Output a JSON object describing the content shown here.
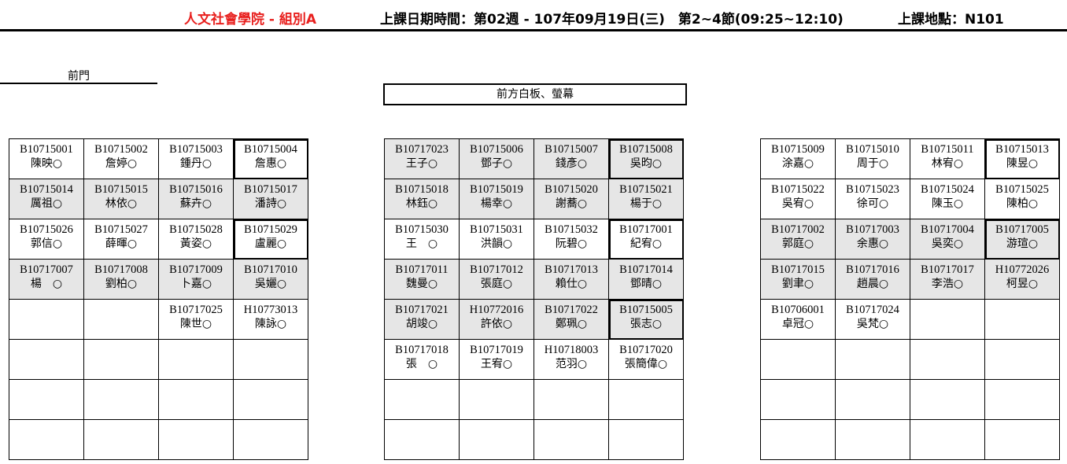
{
  "header": {
    "college": "人文社會學院 - 組別A",
    "datetime": "上課日期時間：第02週 - 107年09月19日(三)　第2~4節(09:25~12:10)",
    "place": "上課地點：N101"
  },
  "labels": {
    "front_door": "前門",
    "board": "前方白板、螢幕"
  },
  "colors": {
    "college_title": "#e8201e",
    "seat_fill": "#e6e6e6"
  },
  "left": [
    [
      {
        "id": "B10715001",
        "name": "陳映○"
      },
      {
        "id": "B10715002",
        "name": "詹婷○"
      },
      {
        "id": "B10715003",
        "name": "鍾丹○"
      },
      {
        "id": "B10715004",
        "name": "詹惠○"
      }
    ],
    [
      {
        "id": "B10715014",
        "name": "厲祖○"
      },
      {
        "id": "B10715015",
        "name": "林依○"
      },
      {
        "id": "B10715016",
        "name": "蘇卉○"
      },
      {
        "id": "B10715017",
        "name": "潘詩○"
      }
    ],
    [
      {
        "id": "B10715026",
        "name": "郭信○"
      },
      {
        "id": "B10715027",
        "name": "薛暉○"
      },
      {
        "id": "B10715028",
        "name": "黃姿○"
      },
      {
        "id": "B10715029",
        "name": "盧麗○"
      }
    ],
    [
      {
        "id": "B10717007",
        "name": "楊　○"
      },
      {
        "id": "B10717008",
        "name": "劉柏○"
      },
      {
        "id": "B10717009",
        "name": "卜嘉○"
      },
      {
        "id": "B10717010",
        "name": "吳孋○"
      }
    ],
    [
      {
        "id": "",
        "name": ""
      },
      {
        "id": "",
        "name": ""
      },
      {
        "id": "B10717025",
        "name": "陳世○"
      },
      {
        "id": "H10773013",
        "name": "陳詠○"
      }
    ],
    [
      {
        "id": "",
        "name": ""
      },
      {
        "id": "",
        "name": ""
      },
      {
        "id": "",
        "name": ""
      },
      {
        "id": "",
        "name": ""
      }
    ],
    [
      {
        "id": "",
        "name": ""
      },
      {
        "id": "",
        "name": ""
      },
      {
        "id": "",
        "name": ""
      },
      {
        "id": "",
        "name": ""
      }
    ],
    [
      {
        "id": "",
        "name": ""
      },
      {
        "id": "",
        "name": ""
      },
      {
        "id": "",
        "name": ""
      },
      {
        "id": "",
        "name": ""
      }
    ]
  ],
  "middle": [
    [
      {
        "id": "B10717023",
        "name": "王子○"
      },
      {
        "id": "B10715006",
        "name": "鄧子○"
      },
      {
        "id": "B10715007",
        "name": "錢彥○"
      },
      {
        "id": "B10715008",
        "name": "吳昀○"
      }
    ],
    [
      {
        "id": "B10715018",
        "name": "林鈺○"
      },
      {
        "id": "B10715019",
        "name": "楊幸○"
      },
      {
        "id": "B10715020",
        "name": "謝蕎○"
      },
      {
        "id": "B10715021",
        "name": "楊于○"
      }
    ],
    [
      {
        "id": "B10715030",
        "name": "王　○"
      },
      {
        "id": "B10715031",
        "name": "洪韻○"
      },
      {
        "id": "B10715032",
        "name": "阮碧○"
      },
      {
        "id": "B10717001",
        "name": "紀宥○"
      }
    ],
    [
      {
        "id": "B10717011",
        "name": "魏曼○"
      },
      {
        "id": "B10717012",
        "name": "張庭○"
      },
      {
        "id": "B10717013",
        "name": "賴仕○"
      },
      {
        "id": "B10717014",
        "name": "鄧晴○"
      }
    ],
    [
      {
        "id": "B10717021",
        "name": "胡竣○"
      },
      {
        "id": "H10772016",
        "name": "許依○"
      },
      {
        "id": "B10717022",
        "name": "鄭珮○"
      },
      {
        "id": "B10715005",
        "name": "張志○"
      }
    ],
    [
      {
        "id": "B10717018",
        "name": "張　○"
      },
      {
        "id": "B10717019",
        "name": "王宥○"
      },
      {
        "id": "H10718003",
        "name": "范羽○"
      },
      {
        "id": "B10717020",
        "name": "張簡偉○"
      }
    ],
    [
      {
        "id": "",
        "name": ""
      },
      {
        "id": "",
        "name": ""
      },
      {
        "id": "",
        "name": ""
      },
      {
        "id": "",
        "name": ""
      }
    ],
    [
      {
        "id": "",
        "name": ""
      },
      {
        "id": "",
        "name": ""
      },
      {
        "id": "",
        "name": ""
      },
      {
        "id": "",
        "name": ""
      }
    ]
  ],
  "right": [
    [
      {
        "id": "B10715009",
        "name": "涂嘉○"
      },
      {
        "id": "B10715010",
        "name": "周于○"
      },
      {
        "id": "B10715011",
        "name": "林宥○"
      },
      {
        "id": "B10715013",
        "name": "陳昱○"
      }
    ],
    [
      {
        "id": "B10715022",
        "name": "吳宥○"
      },
      {
        "id": "B10715023",
        "name": "徐可○"
      },
      {
        "id": "B10715024",
        "name": "陳玉○"
      },
      {
        "id": "B10715025",
        "name": "陳柏○"
      }
    ],
    [
      {
        "id": "B10717002",
        "name": "郭庭○"
      },
      {
        "id": "B10717003",
        "name": "余惠○"
      },
      {
        "id": "B10717004",
        "name": "吳奕○"
      },
      {
        "id": "B10717005",
        "name": "游瑄○"
      }
    ],
    [
      {
        "id": "B10717015",
        "name": "劉聿○"
      },
      {
        "id": "B10717016",
        "name": "趙晨○"
      },
      {
        "id": "B10717017",
        "name": "李浩○"
      },
      {
        "id": "H10772026",
        "name": "柯昱○"
      }
    ],
    [
      {
        "id": "B10706001",
        "name": "卓冠○"
      },
      {
        "id": "B10717024",
        "name": "吳梵○"
      },
      {
        "id": "",
        "name": ""
      },
      {
        "id": "",
        "name": ""
      }
    ],
    [
      {
        "id": "",
        "name": ""
      },
      {
        "id": "",
        "name": ""
      },
      {
        "id": "",
        "name": ""
      },
      {
        "id": "",
        "name": ""
      }
    ],
    [
      {
        "id": "",
        "name": ""
      },
      {
        "id": "",
        "name": ""
      },
      {
        "id": "",
        "name": ""
      },
      {
        "id": "",
        "name": ""
      }
    ],
    [
      {
        "id": "",
        "name": ""
      },
      {
        "id": "",
        "name": ""
      },
      {
        "id": "",
        "name": ""
      },
      {
        "id": "",
        "name": ""
      }
    ]
  ]
}
